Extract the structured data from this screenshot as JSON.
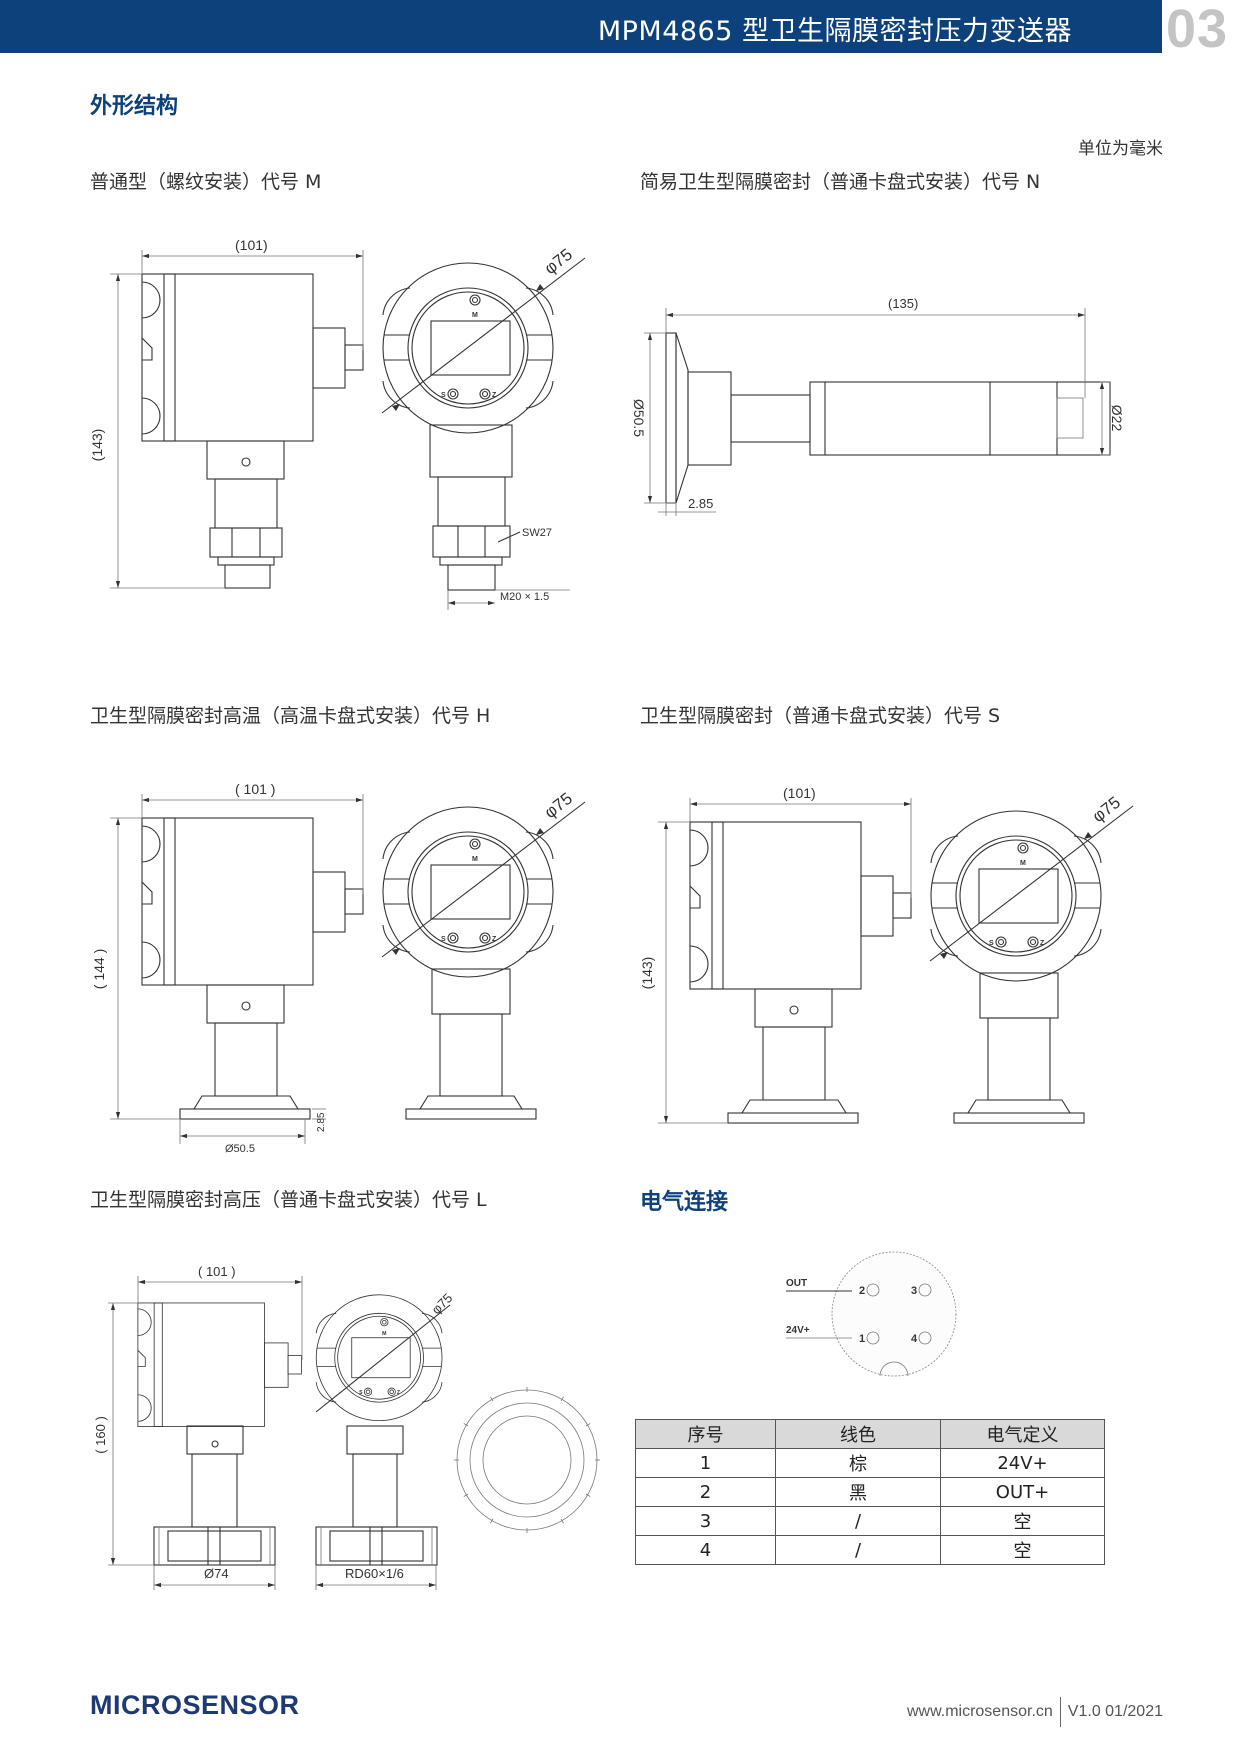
{
  "header": {
    "title": "MPM4865 型卫生隔膜密封压力变送器",
    "page_no": "03"
  },
  "sections": {
    "outline": "外形结构",
    "electrical": "电气连接"
  },
  "unit_note": "单位为毫米",
  "captions": {
    "M": "普通型（螺纹安装）代号 M",
    "N": "简易卫生型隔膜密封（普通卡盘式安装）代号 N",
    "H": "卫生型隔膜密封高温（高温卡盘式安装）代号 H",
    "S": "卫生型隔膜密封（普通卡盘式安装）代号 S",
    "L": "卫生型隔膜密封高压（普通卡盘式安装）代号 L"
  },
  "buttons": {
    "m": "M",
    "s": "S",
    "z": "Z"
  },
  "drawings": {
    "M": {
      "width": "(101)",
      "height": "(143)",
      "diameter": "φ75",
      "wrench": "SW27",
      "thread": "M20 × 1.5"
    },
    "N": {
      "length": "(135)",
      "flange": "Ø50.5",
      "body": "Ø22",
      "thickness": "2.85"
    },
    "H": {
      "width": "( 101 )",
      "height": "( 144 )",
      "diameter": "φ75",
      "flange": "Ø50.5",
      "thickness": "2.85"
    },
    "S": {
      "width": "(101)",
      "height": "(143)",
      "diameter": "φ75"
    },
    "L": {
      "width": "( 101 )",
      "height": "( 160 )",
      "diameter": "φ75",
      "nut": "Ø74",
      "thread": "RD60×1/6"
    }
  },
  "connector": {
    "label_out": "OUT",
    "label_power": "24V+",
    "pins": [
      "1",
      "2",
      "3",
      "4"
    ]
  },
  "pin_table": {
    "headers": [
      "序号",
      "线色",
      "电气定义"
    ],
    "rows": [
      [
        "1",
        "棕",
        "24V+"
      ],
      [
        "2",
        "黑",
        "OUT+"
      ],
      [
        "3",
        "/",
        "空"
      ],
      [
        "4",
        "/",
        "空"
      ]
    ]
  },
  "footer": {
    "logo": "MICROSENSOR",
    "website": "www.microsensor.cn",
    "version": "V1.0 01/2021"
  },
  "colors": {
    "brand": "#0c417c",
    "table_header": "#d9d9d9"
  }
}
